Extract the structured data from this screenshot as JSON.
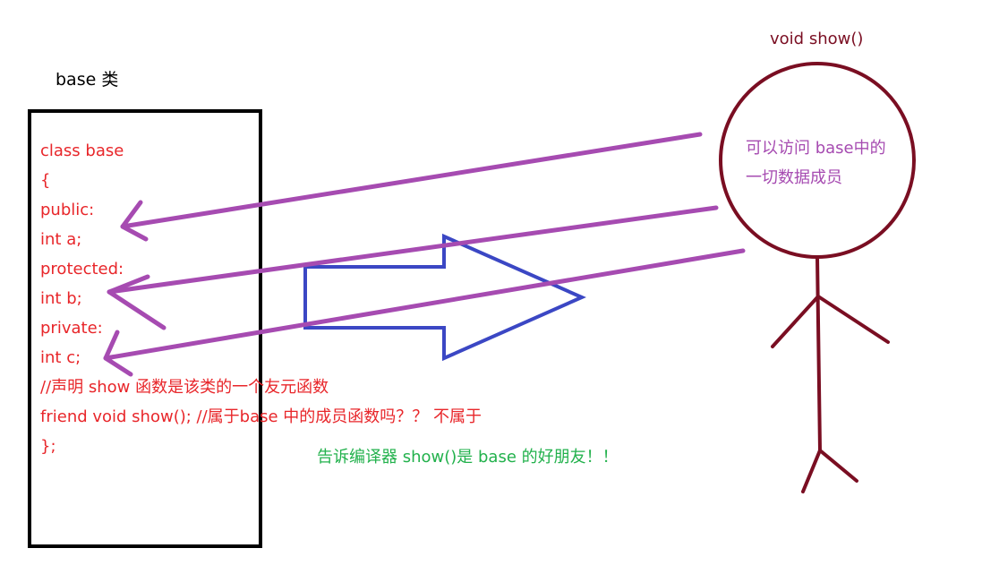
{
  "class_title": "base 类",
  "code_lines": [
    "class  base",
    "{",
    "public:",
    "int a;",
    "protected:",
    "int b;",
    "private:",
    "int c;",
    " //声明 show 函数是该类的一个友元函数",
    "friend void show();  //属于base 中的成员函数吗？？ 不属于",
    "};"
  ],
  "person_label": "void show()",
  "head_text": [
    "可以访问 base中的",
    "一切数据成员"
  ],
  "bottom_note": "告诉编译器 show()是 base 的好朋友！！",
  "colors": {
    "code": "#e8262a",
    "access_arrow": "#a64bb1",
    "head_text": "#a64bb1",
    "person": "#7a0e22",
    "big_arrow": "#3b47c4",
    "note": "#22b14c",
    "box": "#000000"
  }
}
